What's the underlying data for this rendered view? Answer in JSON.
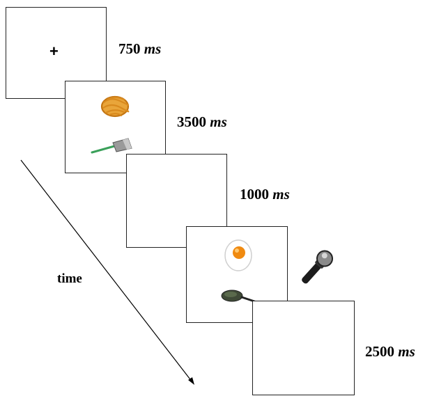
{
  "screens": [
    {
      "duration": "750",
      "unit": "ms",
      "content": "fixation-cross",
      "symbol": "+"
    },
    {
      "duration": "3500",
      "unit": "ms",
      "content": "prime-pair: pasta + spatula"
    },
    {
      "duration": "1000",
      "unit": "ms",
      "content": "blank"
    },
    {
      "duration": "",
      "unit": "",
      "content": "target-pair: fried-egg + frying-pan"
    },
    {
      "duration": "2500",
      "unit": "ms",
      "content": "blank"
    }
  ],
  "time_label": "time",
  "icons": [
    "pasta-icon",
    "spatula-icon",
    "fried-egg-icon",
    "frying-pan-icon",
    "microphone-icon",
    "time-arrow"
  ],
  "colors": {
    "frame_border": "#222222",
    "pasta": "#d98a1e",
    "egg_yolk": "#f08a10",
    "pan": "#3f4a37",
    "spatula_handle": "#3aa05a",
    "mic": "#222222"
  }
}
